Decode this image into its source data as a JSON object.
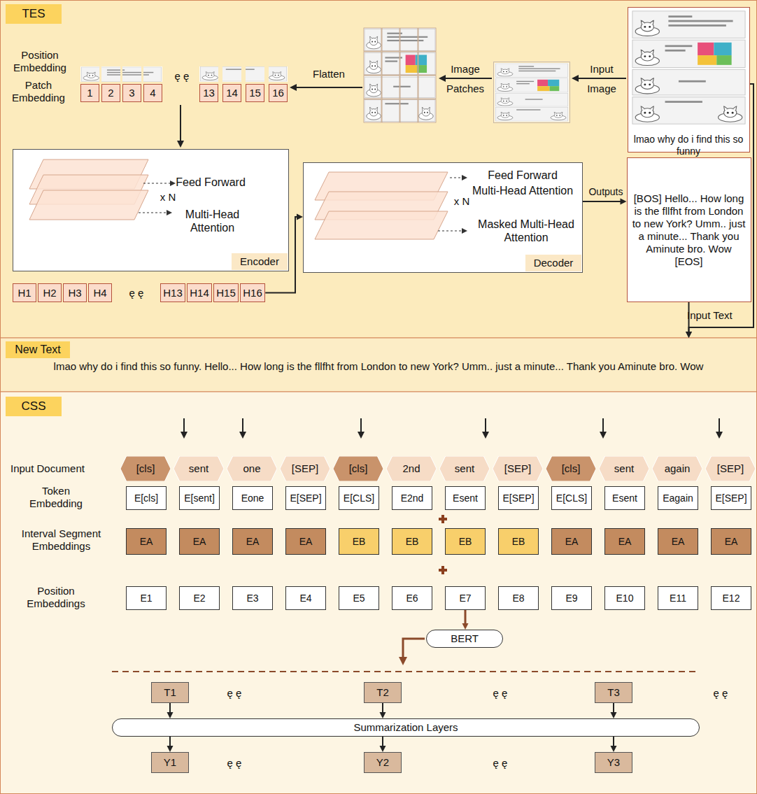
{
  "diagram": {
    "nodes": [
      {
        "text": [
          "TES"
        ]
      },
      {
        "text": [
          "lmao why do i find this so funny"
        ],
        "in": 0
      },
      {
        "text": [
          "[BOS] Hello... How long is the fllfht from London to new York? Umm.. just a minute... Thank you Aminute bro. Wow [EOS]"
        ],
        "in": 0
      },
      {
        "text": [
          "1"
        ],
        "in": 0
      },
      {
        "text": [
          "2"
        ],
        "in": 0
      },
      {
        "text": [
          "3"
        ],
        "in": 0
      },
      {
        "text": [
          "4"
        ],
        "in": 0
      },
      {
        "text": [
          "13"
        ],
        "in": 0
      },
      {
        "text": [
          "14"
        ],
        "in": 0
      },
      {
        "text": [
          "15"
        ],
        "in": 0
      },
      {
        "text": [
          "16"
        ],
        "in": 0
      },
      {
        "text": [
          "Feed Forward",
          "x N",
          "Multi-Head Attention",
          "Encoder"
        ],
        "in": 0
      },
      {
        "text": [
          "Feed Forward",
          "x N",
          "Multi-Head Attention",
          "Masked Multi-Head Attention",
          "Decoder"
        ],
        "in": 0
      },
      {
        "text": [
          "H1"
        ],
        "in": 0
      },
      {
        "text": [
          "H2"
        ],
        "in": 0
      },
      {
        "text": [
          "H3"
        ],
        "in": 0
      },
      {
        "text": [
          "H4"
        ],
        "in": 0
      },
      {
        "text": [
          "H13"
        ],
        "in": 0
      },
      {
        "text": [
          "H14"
        ],
        "in": 0
      },
      {
        "text": [
          "H15"
        ],
        "in": 0
      },
      {
        "text": [
          "H16"
        ],
        "in": 0
      },
      {
        "text": [
          "New Text",
          "lmao why do i find this so funny. Hello... How long is the fllfht from London to new York? Umm.. just a minute... Thank you Aminute bro. Wow"
        ]
      },
      {
        "text": [
          "CSS"
        ]
      },
      {
        "text": [
          "[cls]"
        ],
        "in": 22
      },
      {
        "text": [
          "sent"
        ],
        "in": 22
      },
      {
        "text": [
          "one"
        ],
        "in": 22
      },
      {
        "text": [
          "[SEP]"
        ],
        "in": 22
      },
      {
        "text": [
          "[cls]"
        ],
        "in": 22
      },
      {
        "text": [
          "2nd"
        ],
        "in": 22
      },
      {
        "text": [
          "sent"
        ],
        "in": 22
      },
      {
        "text": [
          "[SEP]"
        ],
        "in": 22
      },
      {
        "text": [
          "[cls]"
        ],
        "in": 22
      },
      {
        "text": [
          "sent"
        ],
        "in": 22
      },
      {
        "text": [
          "again"
        ],
        "in": 22
      },
      {
        "text": [
          "[SEP]"
        ],
        "in": 22
      },
      {
        "text": [
          "E[cls]"
        ],
        "in": 22
      },
      {
        "text": [
          "E[sent]"
        ],
        "in": 22
      },
      {
        "text": [
          "Eone"
        ],
        "in": 22
      },
      {
        "text": [
          "E[SEP]"
        ],
        "in": 22
      },
      {
        "text": [
          "E[CLS]"
        ],
        "in": 22
      },
      {
        "text": [
          "E2nd"
        ],
        "in": 22
      },
      {
        "text": [
          "Esent"
        ],
        "in": 22
      },
      {
        "text": [
          "E[SEP]"
        ],
        "in": 22
      },
      {
        "text": [
          "E[CLS]"
        ],
        "in": 22
      },
      {
        "text": [
          "Esent"
        ],
        "in": 22
      },
      {
        "text": [
          "Eagain"
        ],
        "in": 22
      },
      {
        "text": [
          "E[SEP]"
        ],
        "in": 22
      },
      {
        "text": [
          "EA"
        ],
        "in": 22
      },
      {
        "text": [
          "EA"
        ],
        "in": 22
      },
      {
        "text": [
          "EA"
        ],
        "in": 22
      },
      {
        "text": [
          "EA"
        ],
        "in": 22
      },
      {
        "text": [
          "EB"
        ],
        "in": 22
      },
      {
        "text": [
          "EB"
        ],
        "in": 22
      },
      {
        "text": [
          "EB"
        ],
        "in": 22
      },
      {
        "text": [
          "EB"
        ],
        "in": 22
      },
      {
        "text": [
          "EA"
        ],
        "in": 22
      },
      {
        "text": [
          "EA"
        ],
        "in": 22
      },
      {
        "text": [
          "EA"
        ],
        "in": 22
      },
      {
        "text": [
          "EA"
        ],
        "in": 22
      },
      {
        "text": [
          "E1"
        ],
        "in": 22
      },
      {
        "text": [
          "E2"
        ],
        "in": 22
      },
      {
        "text": [
          "E3"
        ],
        "in": 22
      },
      {
        "text": [
          "E4"
        ],
        "in": 22
      },
      {
        "text": [
          "E5"
        ],
        "in": 22
      },
      {
        "text": [
          "E6"
        ],
        "in": 22
      },
      {
        "text": [
          "E7"
        ],
        "in": 22
      },
      {
        "text": [
          "E8"
        ],
        "in": 22
      },
      {
        "text": [
          "E9"
        ],
        "in": 22
      },
      {
        "text": [
          "E10"
        ],
        "in": 22
      },
      {
        "text": [
          "E11"
        ],
        "in": 22
      },
      {
        "text": [
          "E12"
        ],
        "in": 22
      },
      {
        "text": [
          "BERT"
        ],
        "in": 22
      },
      {
        "text": [
          "T1"
        ],
        "in": 22
      },
      {
        "text": [
          "T2"
        ],
        "in": 22
      },
      {
        "text": [
          "T3"
        ],
        "in": 22
      },
      {
        "text": [
          "Summarization Layers"
        ],
        "in": 22
      },
      {
        "text": [
          "Y1"
        ],
        "in": 22
      },
      {
        "text": [
          "Y2"
        ],
        "in": 22
      },
      {
        "text": [
          "Y3"
        ],
        "in": 22
      }
    ],
    "edges": [
      {
        "from": 20,
        "to": 12,
        "arrow": "to"
      },
      {
        "from": 12,
        "to": 2,
        "label": "Outputs",
        "arrow": "to"
      },
      {
        "from": 1,
        "to": 21,
        "label": "Input Text",
        "arrow": "to"
      },
      {
        "from": 2,
        "to": 21,
        "arrow": "to"
      },
      {
        "from": 65,
        "to": 71,
        "arrow": "to"
      },
      {
        "from": 72,
        "to": 75,
        "arrow": "to"
      },
      {
        "from": 73,
        "to": 75,
        "arrow": "to"
      },
      {
        "from": 74,
        "to": 75,
        "arrow": "to"
      },
      {
        "from": 75,
        "to": 76,
        "arrow": "to"
      },
      {
        "from": 75,
        "to": 77,
        "arrow": "to"
      },
      {
        "from": 75,
        "to": 78,
        "arrow": "to"
      }
    ],
    "labels": [
      "Position Embedding",
      "Patch Embedding",
      "ę ę",
      "Flatten",
      "Image",
      "Patches",
      "Input",
      "Image",
      "ę ę",
      "Input Document",
      "Token Embedding",
      "Interval Segment Embeddings",
      "Position Embeddings",
      "ę ę",
      "ę ę",
      "ę ę",
      "ę ę",
      "ę ę"
    ]
  }
}
